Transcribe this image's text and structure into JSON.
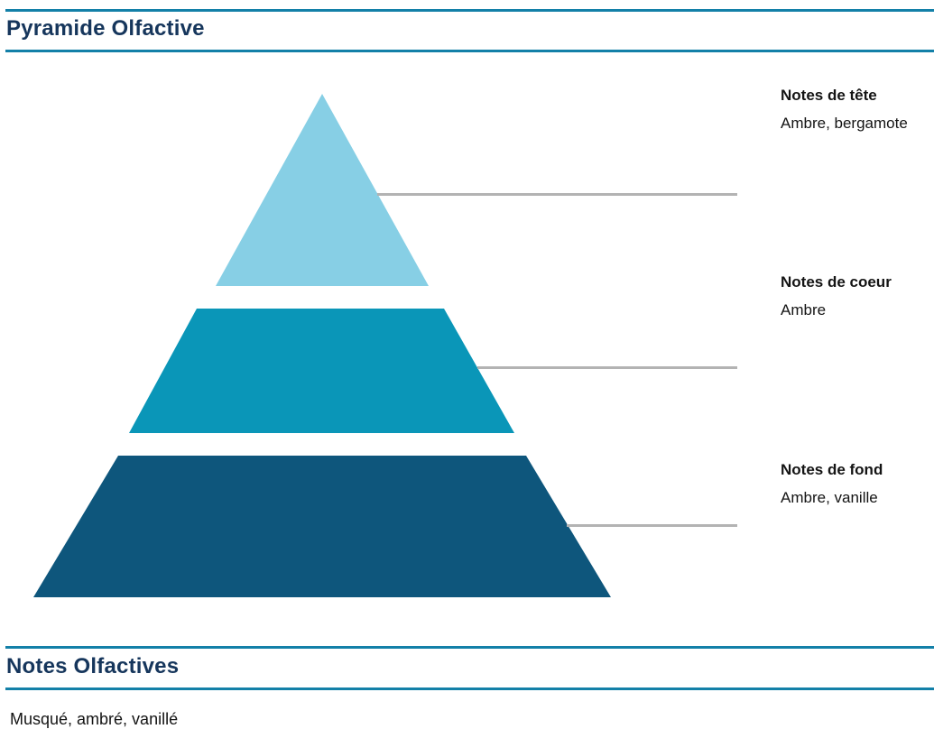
{
  "header": {
    "title": "Pyramide Olfactive"
  },
  "pyramid": {
    "layers": [
      {
        "name": "Notes de tête",
        "notes": "Ambre, bergamote",
        "color": "#87cfe5"
      },
      {
        "name": "Notes de coeur",
        "notes": "Ambre",
        "color": "#0a96b8"
      },
      {
        "name": "Notes de fond",
        "notes": "Ambre, vanille",
        "color": "#0e567c"
      }
    ],
    "connector_color": "#b3b3b3"
  },
  "notes_section": {
    "title": "Notes Olfactives",
    "content": "Musqué, ambré, vanillé"
  },
  "colors": {
    "rule": "#1380a8",
    "heading_text": "#16365c"
  }
}
